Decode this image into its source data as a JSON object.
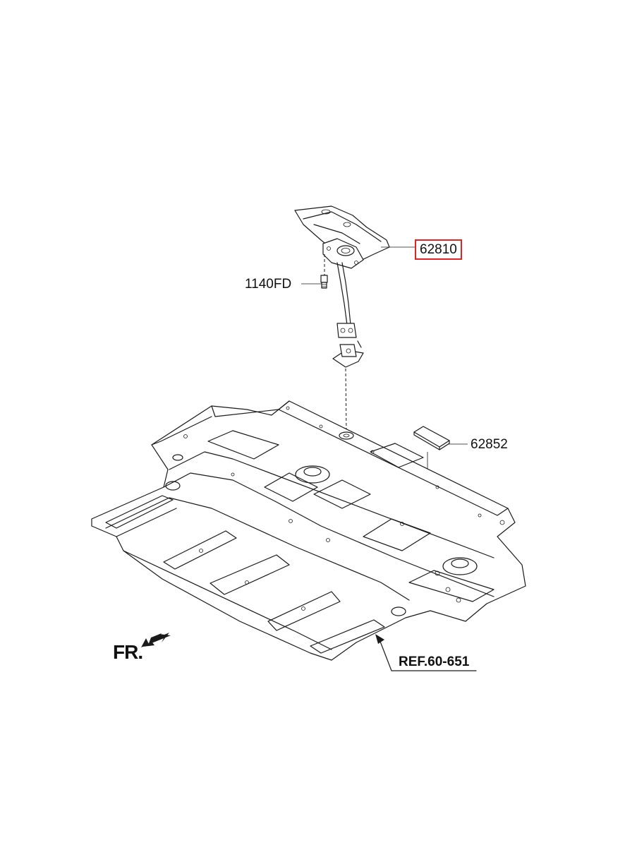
{
  "parts": {
    "carrier_assy": "62810",
    "bolt": "1140FD",
    "pad": "62852"
  },
  "reference": "REF.60-651",
  "direction": "FR.",
  "colors": {
    "highlight_box": "#e02424",
    "line": "#1a1a1a"
  }
}
